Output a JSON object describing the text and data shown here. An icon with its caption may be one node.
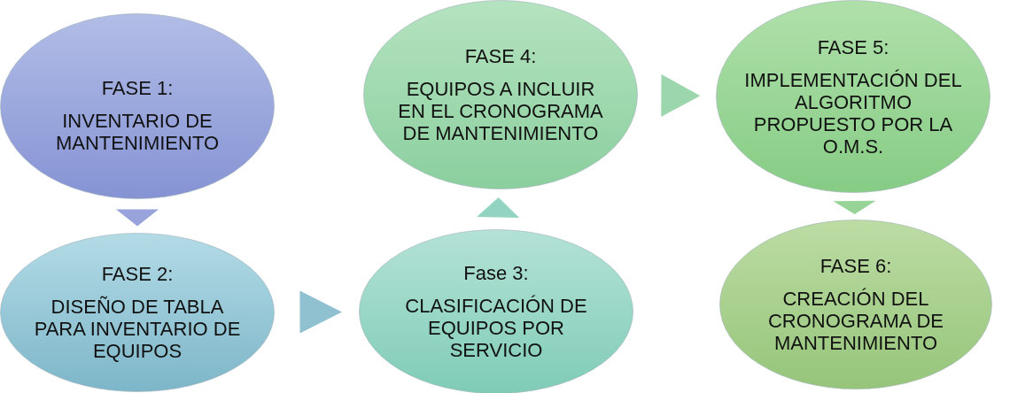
{
  "diagram": {
    "nodes": [
      {
        "text": [
          "FASE 1:",
          "INVENTARIO DE MANTENIMIENTO"
        ]
      },
      {
        "text": [
          "FASE 2:",
          "DISEÑO DE TABLA PARA INVENTARIO DE EQUIPOS"
        ]
      },
      {
        "text": [
          "Fase 3:",
          "CLASIFICACIÓN DE EQUIPOS POR SERVICIO"
        ]
      },
      {
        "text": [
          "FASE 4:",
          "EQUIPOS A INCLUIR EN EL CRONOGRAMA DE MANTENIMIENTO"
        ]
      },
      {
        "text": [
          "FASE 5:",
          "IMPLEMENTACIÓN DEL ALGORITMO PROPUESTO POR LA O.M.S."
        ]
      },
      {
        "text": [
          "FASE 6:",
          "CREACIÓN DEL CRONOGRAMA DE MANTENIMIENTO"
        ]
      }
    ],
    "edges": [
      {
        "from": 0,
        "to": 1,
        "arrow": "to"
      },
      {
        "from": 1,
        "to": 2,
        "arrow": "to"
      },
      {
        "from": 2,
        "to": 3,
        "arrow": "to"
      },
      {
        "from": 3,
        "to": 4,
        "arrow": "to"
      },
      {
        "from": 4,
        "to": 5,
        "arrow": "to"
      }
    ]
  }
}
